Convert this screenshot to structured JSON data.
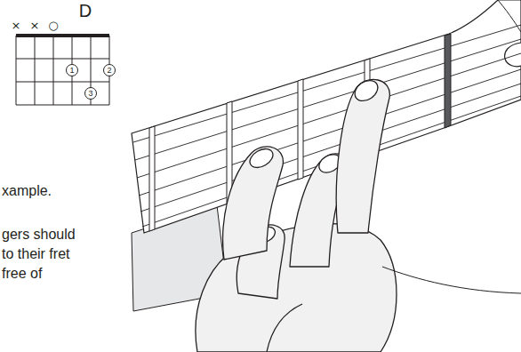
{
  "diagram": {
    "nodes": [
      {
        "text": [
          "1"
        ]
      },
      {
        "text": [
          "2"
        ]
      },
      {
        "text": [
          "3"
        ]
      }
    ],
    "labels": [
      "D",
      "×",
      "×",
      "○",
      "xample.",
      "gers should",
      "to their fret",
      "free of"
    ]
  }
}
